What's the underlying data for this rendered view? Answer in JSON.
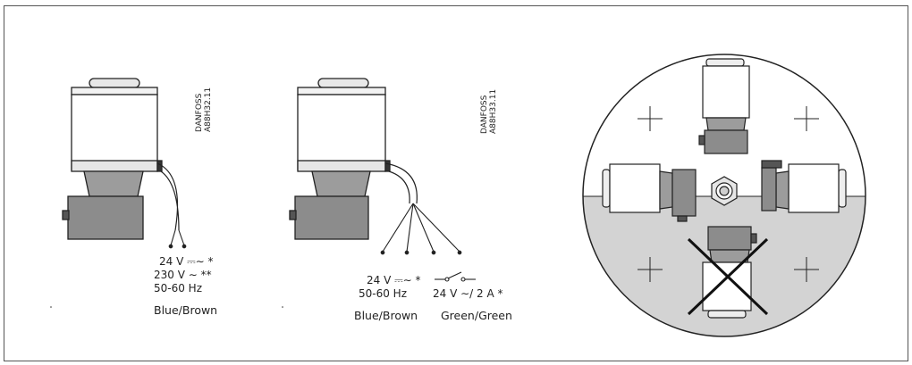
{
  "left_unit": {
    "model_code_line1": "DANFOSS",
    "model_code_line2": "A88H32.11",
    "spec_line1": "24 V ⎓∼ *",
    "spec_line2": "230 V ∼ **",
    "spec_line3": "50-60 Hz",
    "wire_colors": "Blue/Brown"
  },
  "middle_unit": {
    "model_code_line1": "DANFOSS",
    "model_code_line2": "A88H33.11",
    "spec_line1": "24 V ⎓∼ *",
    "spec_line2": "50-60 Hz",
    "wire_colors": "Blue/Brown",
    "switch_spec": "24 V ∼/ 2 A *",
    "switch_wire_colors": "Green/Green"
  },
  "orientation_diagram": {
    "colors": {
      "water_fill": "#d3d3d3",
      "outline": "#222222"
    }
  }
}
